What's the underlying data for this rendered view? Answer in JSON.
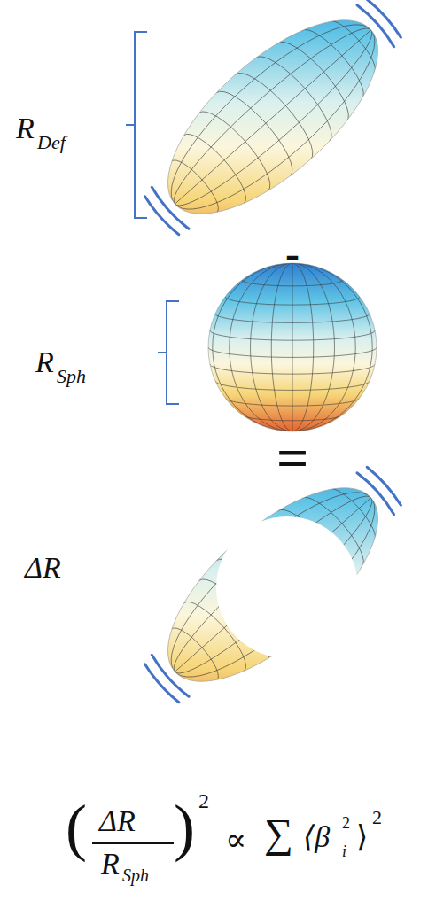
{
  "diagram": {
    "labels": [
      "R",
      "Def",
      "-",
      "R",
      "Sph",
      "=",
      "ΔR",
      "(",
      "ΔR",
      "R",
      "Sph",
      ")",
      "2",
      "∝",
      "∑",
      "⟨β",
      "i",
      "2",
      "⟩",
      "2"
    ]
  }
}
